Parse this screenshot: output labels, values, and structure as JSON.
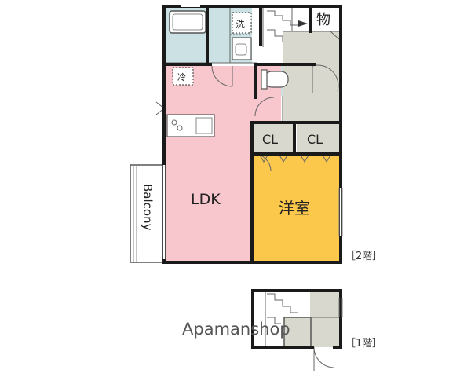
{
  "rooms": {
    "ldk": "LDK",
    "bedroom": "洋室",
    "closet_left": "CL",
    "closet_right": "CL",
    "balcony": "Balcony",
    "storage": "物",
    "laundry": "洗",
    "fridge": "冷"
  },
  "floors": {
    "second": "［2階］",
    "first": "［1階］"
  },
  "watermark": "Apamanshop",
  "colors": {
    "ldk": "#f8c6cd",
    "bedroom": "#fcc84c",
    "wet_area": "#cce1e4",
    "corridor": "#d9d8ce",
    "wall": "#1a1a1a"
  }
}
